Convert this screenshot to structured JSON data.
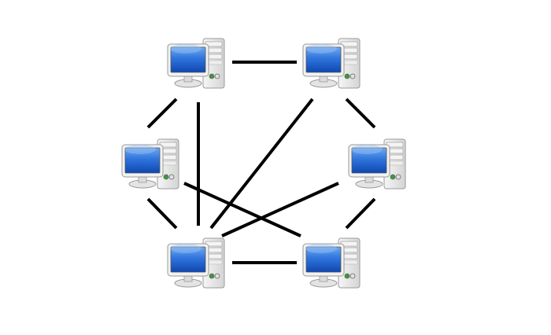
{
  "diagram": {
    "type": "mesh-network-topology",
    "node_count": 6,
    "link_count": 10,
    "colors": {
      "link": "#000000",
      "screen": "#1a5fd0",
      "screen_highlight": "#6fa8f0",
      "case": "#e8e8e8",
      "case_outline": "#9a9a9a",
      "power_led": "#3a9a3a"
    }
  }
}
